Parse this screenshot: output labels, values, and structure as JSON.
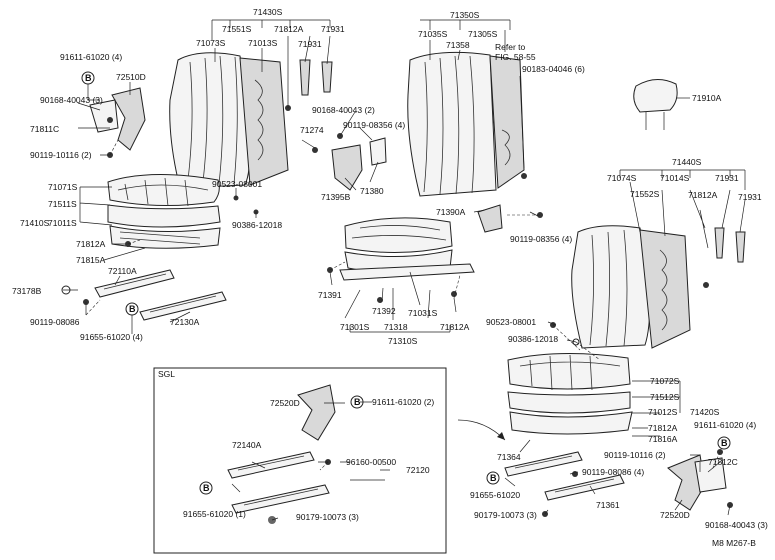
{
  "labels": {
    "p71430s": "71430S",
    "p71551s_top": "71551S",
    "p71073s": "71073S",
    "p71013s": "71013S",
    "p71812a_top": "71812A",
    "p71931_top": "71931",
    "p71931_top2": "71931",
    "p91611_top": "91611-61020 (4)",
    "p72510d": "72510D",
    "p90168_left": "90168-40043 (3)",
    "p71811c": "71811C",
    "p90119_10116_left": "90119-10116 (2)",
    "p90168_mid": "90168-40043 (2)",
    "p90119_08356_mid": "90119-08356 (4)",
    "p71274": "71274",
    "p71395b": "71395B",
    "p71380": "71380",
    "p90523_left": "90523-08001",
    "p90386_left": "90386-12018",
    "p71071s": "71071S",
    "p71511s": "71511S",
    "p71410s": "71410S",
    "p71011s": "71011S",
    "p71812a_left": "71812A",
    "p71815a": "71815A",
    "p72110a": "72110A",
    "p73178b": "73178B",
    "p90119_08086_left": "90119-08086",
    "p72130a": "72130A",
    "p91655_left": "91655-61020 (4)",
    "p71350s": "71350S",
    "p71035s": "71035S",
    "p71305s": "71305S",
    "p71358": "71358",
    "p_refer": "Refer to",
    "p_fig": "FIG. 58-55",
    "p90183": "90183-04046 (6)",
    "p71390a": "71390A",
    "p90119_08356_right": "90119-08356 (4)",
    "p71391": "71391",
    "p71392": "71392",
    "p71031s": "71031S",
    "p71812a_mid": "71812A",
    "p71301s": "71301S",
    "p71318": "71318",
    "p71310s": "71310S",
    "p71910a": "71910A",
    "p71440s": "71440S",
    "p71074s": "71074S",
    "p71014s": "71014S",
    "p71931_r1": "71931",
    "p71552s": "71552S",
    "p71812a_r": "71812A",
    "p71931_r2": "71931",
    "p90523_right": "90523-08001",
    "p90386_right": "90386-12018",
    "p71072s": "71072S",
    "p71512s": "71512S",
    "p71012s": "71012S",
    "p71420s": "71420S",
    "p71812a_r2": "71812A",
    "p71816a": "71816A",
    "p91611_right": "91611-61020 (4)",
    "p90119_10116_right": "90119-10116 (2)",
    "p71812c": "71812C",
    "p71364": "71364",
    "p90119_08086_right": "90119-08086 (4)",
    "p91655_right": "91655-61020",
    "p71361": "71361",
    "p90179_right": "90179-10073 (3)",
    "p72520d_right": "72520D",
    "p90168_right": "90168-40043 (3)",
    "sgl": "SGL",
    "p72520d_sgl": "72520D",
    "p91611_sgl": "91611-61020 (2)",
    "p72140a": "72140A",
    "p96160": "96160-00500",
    "p72120": "72120",
    "p91655_sgl": "91655-61020 (1)",
    "p90179_sgl": "90179-10073 (3)",
    "footer": "M8  M267-B",
    "b_mark": "B"
  }
}
